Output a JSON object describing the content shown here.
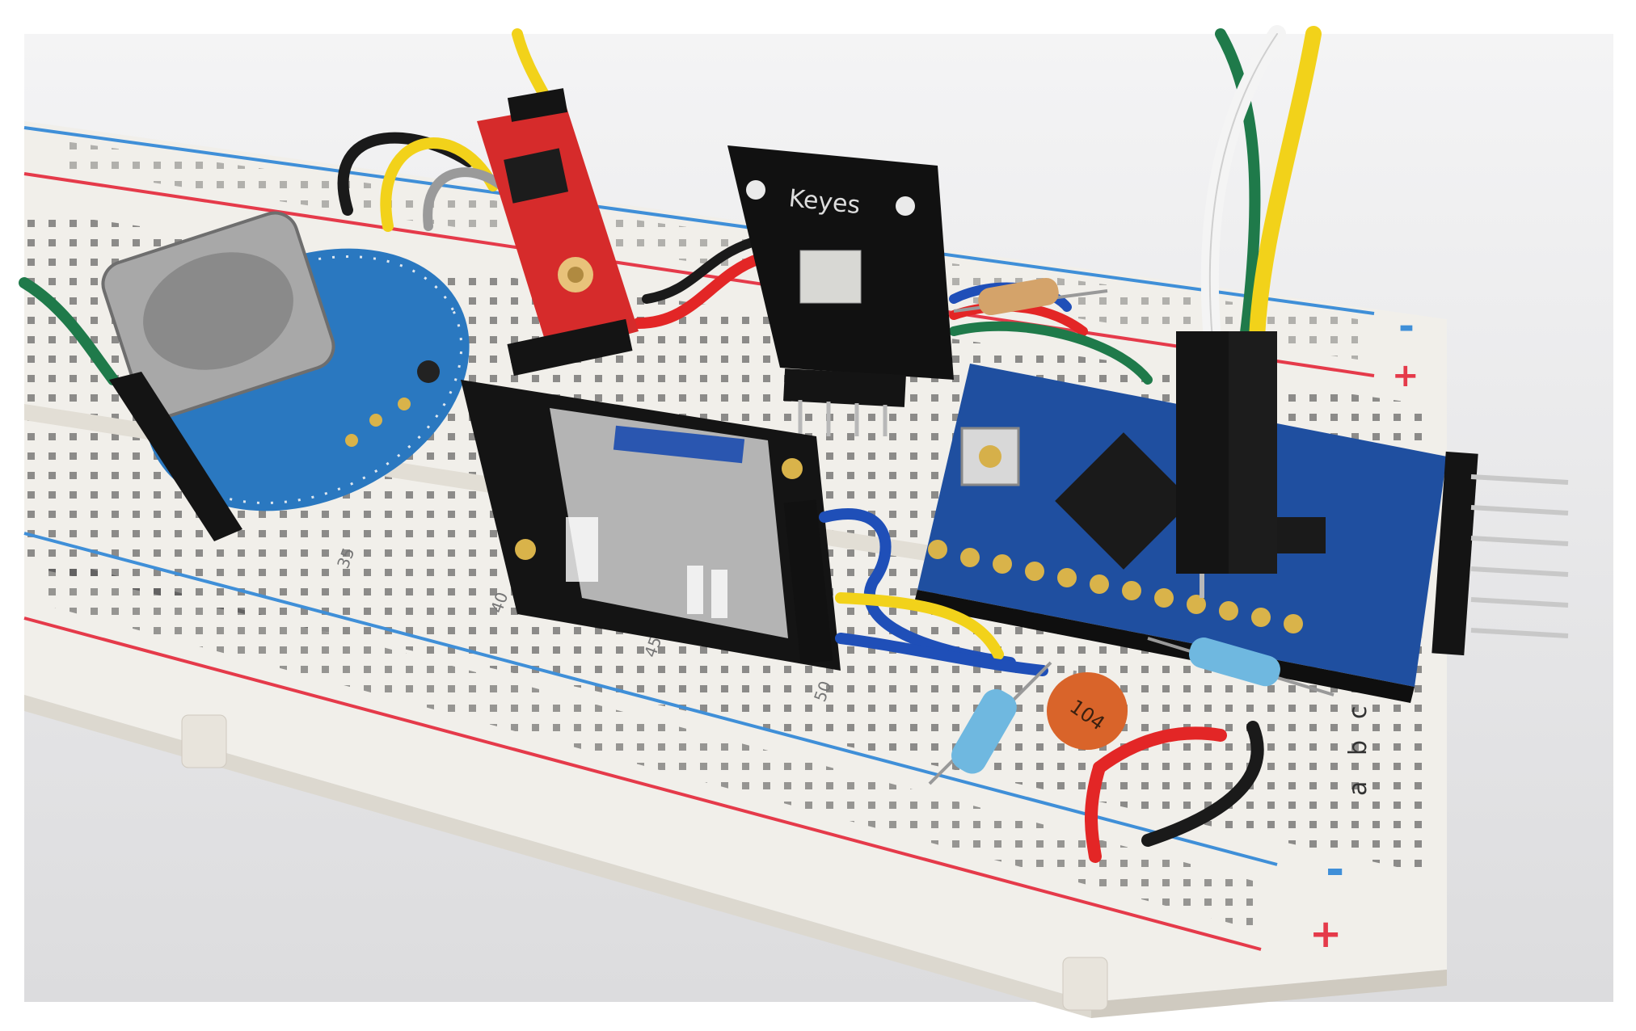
{
  "photo": {
    "colors": {
      "frame": "#ffffff",
      "backdrop": "#e9e9eb",
      "breadboard": "#f1efea",
      "breadboard_shade": "#dcd8cf",
      "rail_red": "#e53a4a",
      "rail_blue": "#3f8fd8",
      "pcb_blue": "#1f4fa0",
      "pcb_red": "#d62b2b",
      "pcb_black": "#141414",
      "silver": "#a8a8a8",
      "wire_yellow": "#f2d21a",
      "wire_green": "#1f7a4a",
      "wire_white": "#f4f4f4",
      "wire_black": "#1a1a1a",
      "wire_blue": "#1f4fb8",
      "wire_red": "#e32626",
      "capacitor": "#d9642a",
      "resistor_tan": "#d4a36a",
      "resistor_blue": "#6fb8e0"
    },
    "labels": {
      "rail_minus": "-",
      "rail_plus": "+",
      "keyes_label": "Keyes",
      "capacitor_code": "104",
      "rows": [
        "a",
        "b",
        "c"
      ],
      "col_numbers": [
        "35",
        "40",
        "45",
        "50"
      ]
    }
  }
}
